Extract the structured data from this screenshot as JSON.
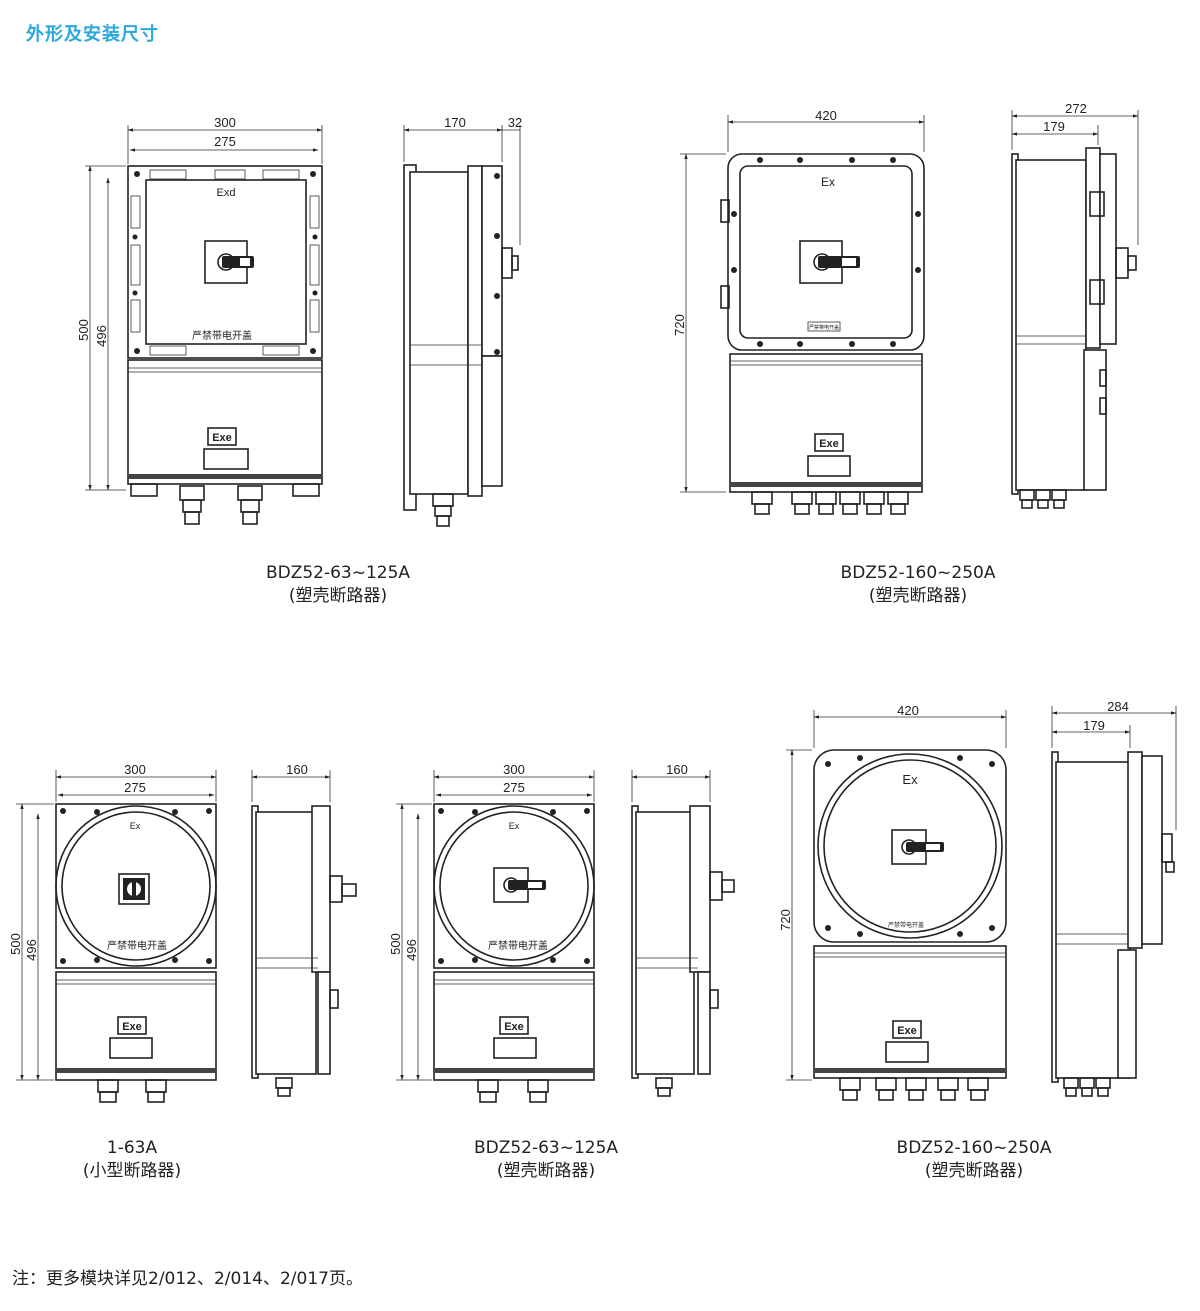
{
  "title": "外形及安装尺寸",
  "footnote": "注：更多模块详见2/012、2/014、2/017页。",
  "models": [
    {
      "name": "BDZ52-63~125A",
      "type": "(塑壳断路器)",
      "marks": {
        "upper": "Exd",
        "lower": "Exe",
        "warning": "严禁带电开盖"
      },
      "dims": {
        "w_outer": "300",
        "w_inner": "275",
        "h_outer": "500",
        "h_inner": "496",
        "depth": "170",
        "handle": "32"
      }
    },
    {
      "name": "BDZ52-160~250A",
      "type": "(塑壳断路器)",
      "marks": {
        "upper": "Ex",
        "lower": "Exe",
        "warning": "严禁带电开盖"
      },
      "dims": {
        "width": "420",
        "height": "720",
        "depth_total": "272",
        "depth_body": "179"
      }
    },
    {
      "name": "1-63A",
      "type": "(小型断路器)",
      "marks": {
        "upper": "Ex",
        "lower": "Exe",
        "warning": "严禁带电开盖"
      },
      "dims": {
        "w_outer": "300",
        "w_inner": "275",
        "h_outer": "500",
        "h_inner": "496",
        "depth": "160"
      }
    },
    {
      "name": "BDZ52-63~125A",
      "type": "(塑壳断路器)",
      "marks": {
        "upper": "Ex",
        "lower": "Exe",
        "warning": "严禁带电开盖"
      },
      "dims": {
        "w_outer": "300",
        "w_inner": "275",
        "h_outer": "500",
        "h_inner": "496",
        "depth": "160"
      }
    },
    {
      "name": "BDZ52-160~250A",
      "type": "(塑壳断路器)",
      "marks": {
        "upper": "Ex",
        "lower": "Exe",
        "warning": "严禁带电开盖"
      },
      "dims": {
        "width": "420",
        "height": "720",
        "depth_total": "284",
        "depth_body": "179"
      }
    }
  ]
}
